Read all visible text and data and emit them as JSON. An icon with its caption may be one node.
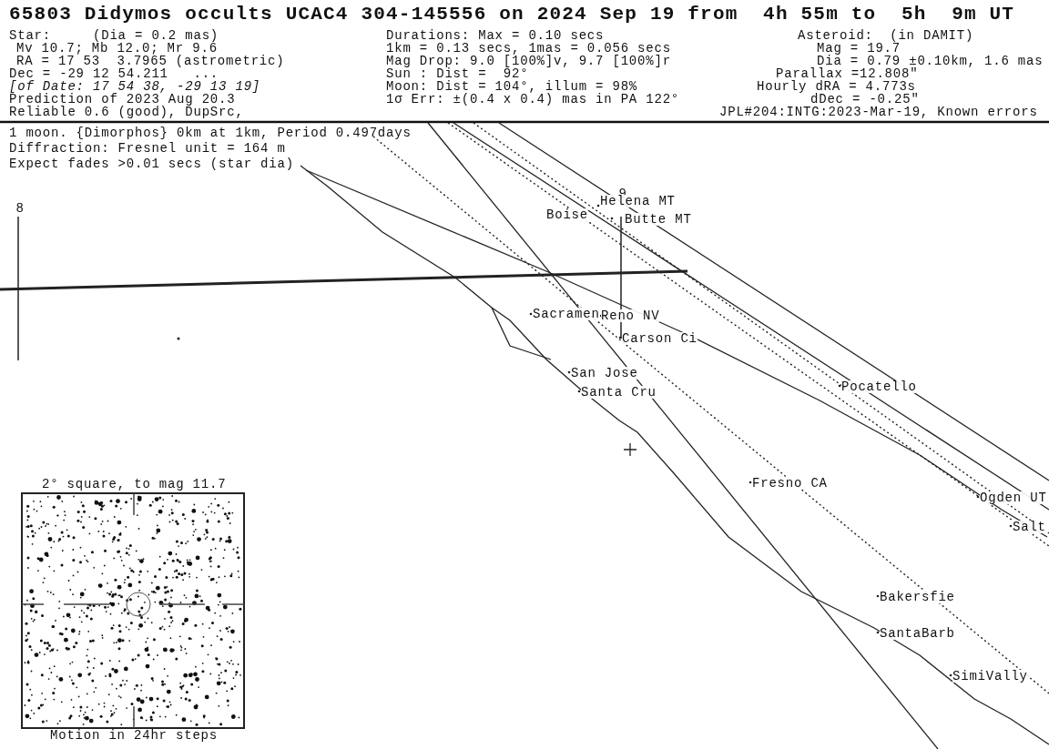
{
  "diagram": {
    "title": "65803 Didymos occults UCAC4 304-145556 on 2024 Sep 19 from  4h 55m to  5h  9m UT",
    "labels": [
      "Star:     (Dia = 0.2 mas)",
      "Mv 10.7; Mb 12.0; Mr 9.6",
      "RA = 17 53  3.7965 (astrometric)",
      "Dec = -29 12 54.211   ...",
      "[of Date: 17 54 38, -29 13 19]",
      "Prediction of 2023 Aug 20.3",
      "Reliable 0.6 (good), DupSrc,",
      "Durations: Max = 0.10 secs",
      "1km = 0.13 secs, 1mas = 0.056 secs",
      "Mag Drop: 9.0 [100%]v, 9.7 [100%]r",
      "Sun : Dist =  92°",
      "Moon: Dist = 104°, illum = 98%",
      "1σ Err: ±(0.4 x 0.4) mas in PA 122°",
      "Asteroid:  (in DAMIT)",
      "Mag = 19.7",
      "Dia = 0.79 ±0.10km, 1.6 mas",
      "Parallax =12.808\"",
      "Hourly dRA = 4.773s",
      "dDec = -0.25\"",
      "JPL#204:INTG:2023-Mar-19, Known errors",
      "1 moon. {Dimorphos} 0km at 1km, Period 0.497days",
      "Diffraction: Fresnel unit = 164 m",
      "Expect fades >0.01 secs (star dia)",
      "8",
      "9",
      "Helena MT",
      "Boise",
      "Butte MT",
      "Sacramen",
      "Reno NV",
      "Carson Ci",
      "San Jose",
      "Santa Cru",
      "Pocatello",
      "Fresno CA",
      "Ogden UT",
      "Salt",
      "Bakersfie",
      "SantaBarb",
      "SimiVally",
      "2° square, to mag 11.7",
      "Motion in 24hr steps"
    ]
  }
}
